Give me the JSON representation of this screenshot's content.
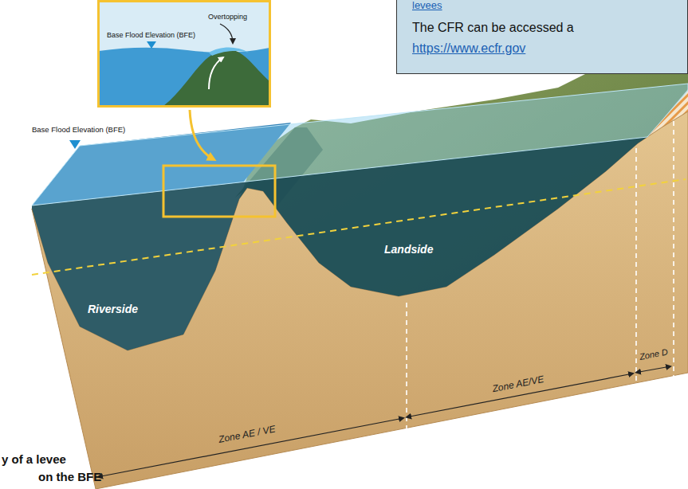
{
  "diagram": {
    "nodes": [
      {
        "text": [
          "Overtopping",
          "Base Flood Elevation (BFE)"
        ]
      },
      {
        "text": [
          "levees",
          "The CFR can be accessed a",
          "https://www.ecfr.gov"
        ]
      }
    ],
    "labels": [
      "Base Flood Elevation (BFE)",
      "Riverside",
      "Landside",
      "Zone AE / VE",
      "Zone AE/VE",
      "Zone D",
      "y of a levee",
      "on the BFE"
    ]
  }
}
